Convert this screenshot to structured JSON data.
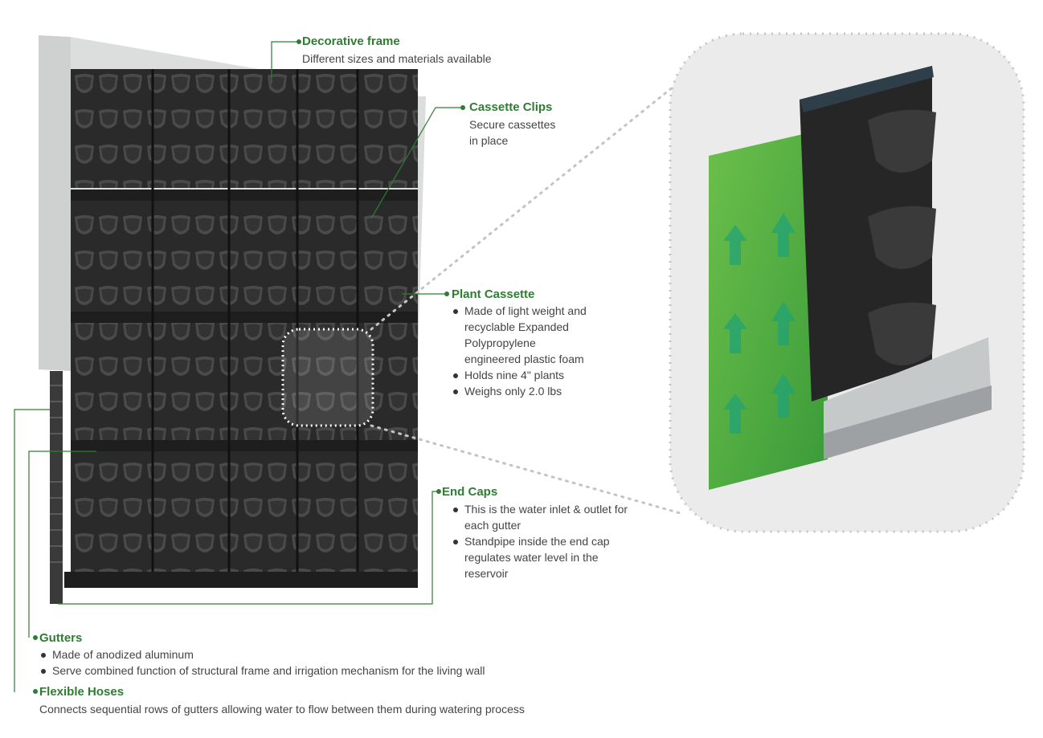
{
  "callouts": {
    "decorative_frame": {
      "title": "Decorative frame",
      "desc": "Different sizes and materials available"
    },
    "cassette_clips": {
      "title": "Cassette Clips",
      "desc_line1": "Secure cassettes",
      "desc_line2": "in place"
    },
    "plant_cassette": {
      "title": "Plant Cassette",
      "bullets": [
        "Made of light weight and recyclable Expanded Polypropylene engineered plastic foam",
        "Holds nine 4\" plants",
        "Weighs only 2.0 lbs"
      ]
    },
    "end_caps": {
      "title": "End Caps",
      "bullets": [
        "This is the water inlet & outlet for each gutter",
        "Standpipe inside the end cap regulates water level in the reservoir"
      ]
    },
    "gutters": {
      "title": "Gutters",
      "bullets": [
        "Made of anodized aluminum",
        "Serve combined function of structural frame and irrigation mechanism for the living wall"
      ]
    },
    "flexible_hoses": {
      "title": "Flexible Hoses",
      "desc": "Connects sequential rows of gutters allowing water to flow between them during watering process"
    }
  },
  "colors": {
    "accent_green": "#2e7d32",
    "leader_green": "#2e7d32",
    "frame_grey": "#d9dadb",
    "cassette_dark": "#2b2b2b",
    "water_green": "#4caf50",
    "aluminum": "#c8cbcc"
  }
}
